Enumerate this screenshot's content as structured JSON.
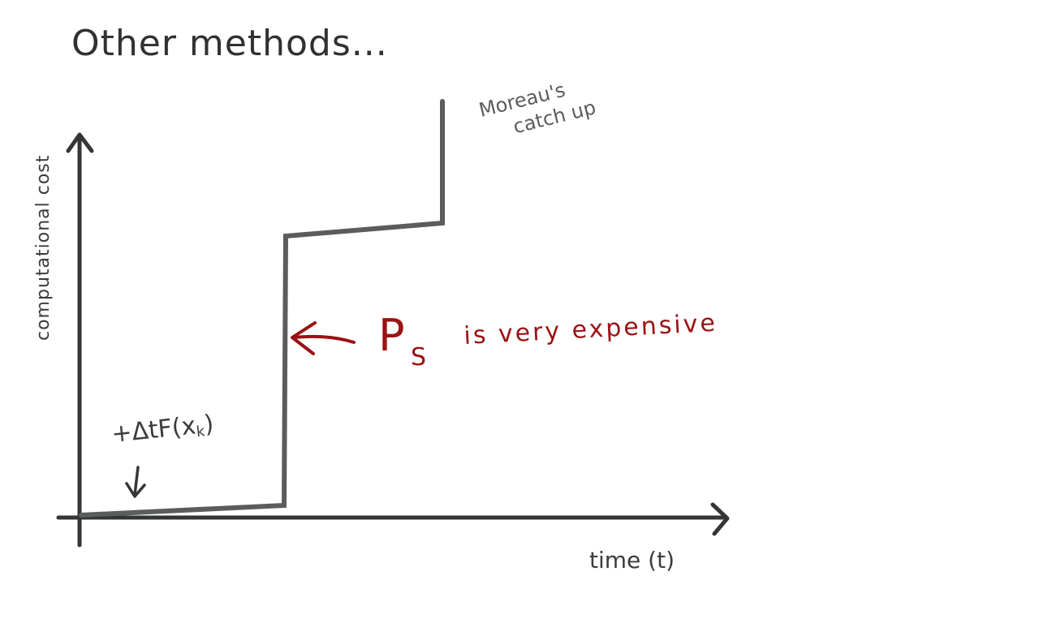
{
  "title": "Other methods...",
  "y_axis_label": "computational cost",
  "x_axis_label": "time (t)",
  "annotation_catchup_line1": "Moreau's",
  "annotation_catchup_line2": "catch up",
  "annotation_ps_symbol": "P",
  "annotation_ps_subscript": "S",
  "annotation_ps_text": "is very expensive",
  "annotation_force": "+ΔtF(x",
  "annotation_force_subscript": "k",
  "annotation_force_close": ")",
  "colors": {
    "ink": "#333536",
    "curve": "#5a5c5d",
    "accent_red": "#9a1212"
  }
}
